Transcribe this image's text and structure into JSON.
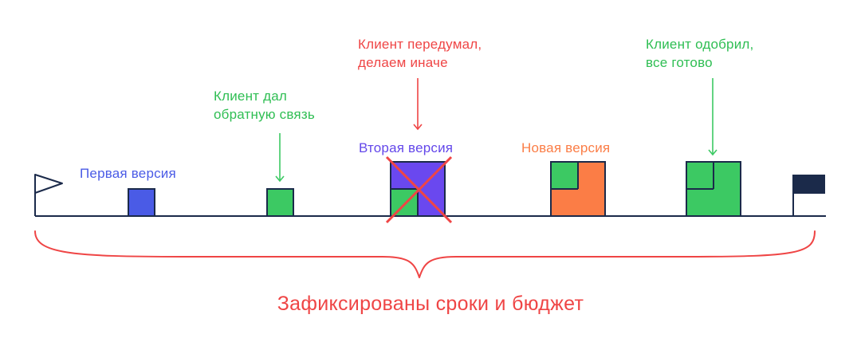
{
  "labels": {
    "first_version": "Первая версия",
    "feedback_line1": "Клиент дал",
    "feedback_line2": "обратную связь",
    "changed_mind_line1": "Клиент передумал,",
    "changed_mind_line2": "делаем иначе",
    "second_version": "Вторая версия",
    "new_version": "Новая версия",
    "approved_line1": "Клиент одобрил,",
    "approved_line2": "все готово"
  },
  "caption": "Зафиксированы сроки и бюджет",
  "colors": {
    "ink": "#1b2a4a",
    "blue": "#4a5be6",
    "green": "#3cc963",
    "red": "#ef4545",
    "purple": "#6a48ef",
    "orange": "#fb7d46"
  },
  "icons": {
    "start": "flag-outline-icon",
    "finish": "flag-filled-icon",
    "rejected": "cross-icon"
  }
}
